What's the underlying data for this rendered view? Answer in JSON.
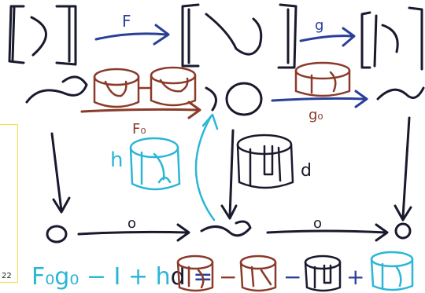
{
  "labels": {
    "map_f": "F",
    "map_g": "g",
    "map_F0": "F₀",
    "map_g0": "g₀",
    "height_h": "h",
    "depth_d": "d",
    "circle_map_1": "o",
    "circle_map_2": "o"
  },
  "equation": {
    "lhs": "F₀g₀ − I + ",
    "h": "h",
    "d": "d",
    "eq": " = ",
    "minus1": "−",
    "minus2": "−",
    "plus": "+"
  },
  "sticky_note": {
    "text": "22"
  },
  "colors": {
    "black_ink": "#1a1a2e",
    "brown_ink": "#8a3b2a",
    "cyan_ink": "#2bb6d6",
    "blue_ink": "#2a3f9a",
    "sticky_border": "#f2e04a"
  }
}
